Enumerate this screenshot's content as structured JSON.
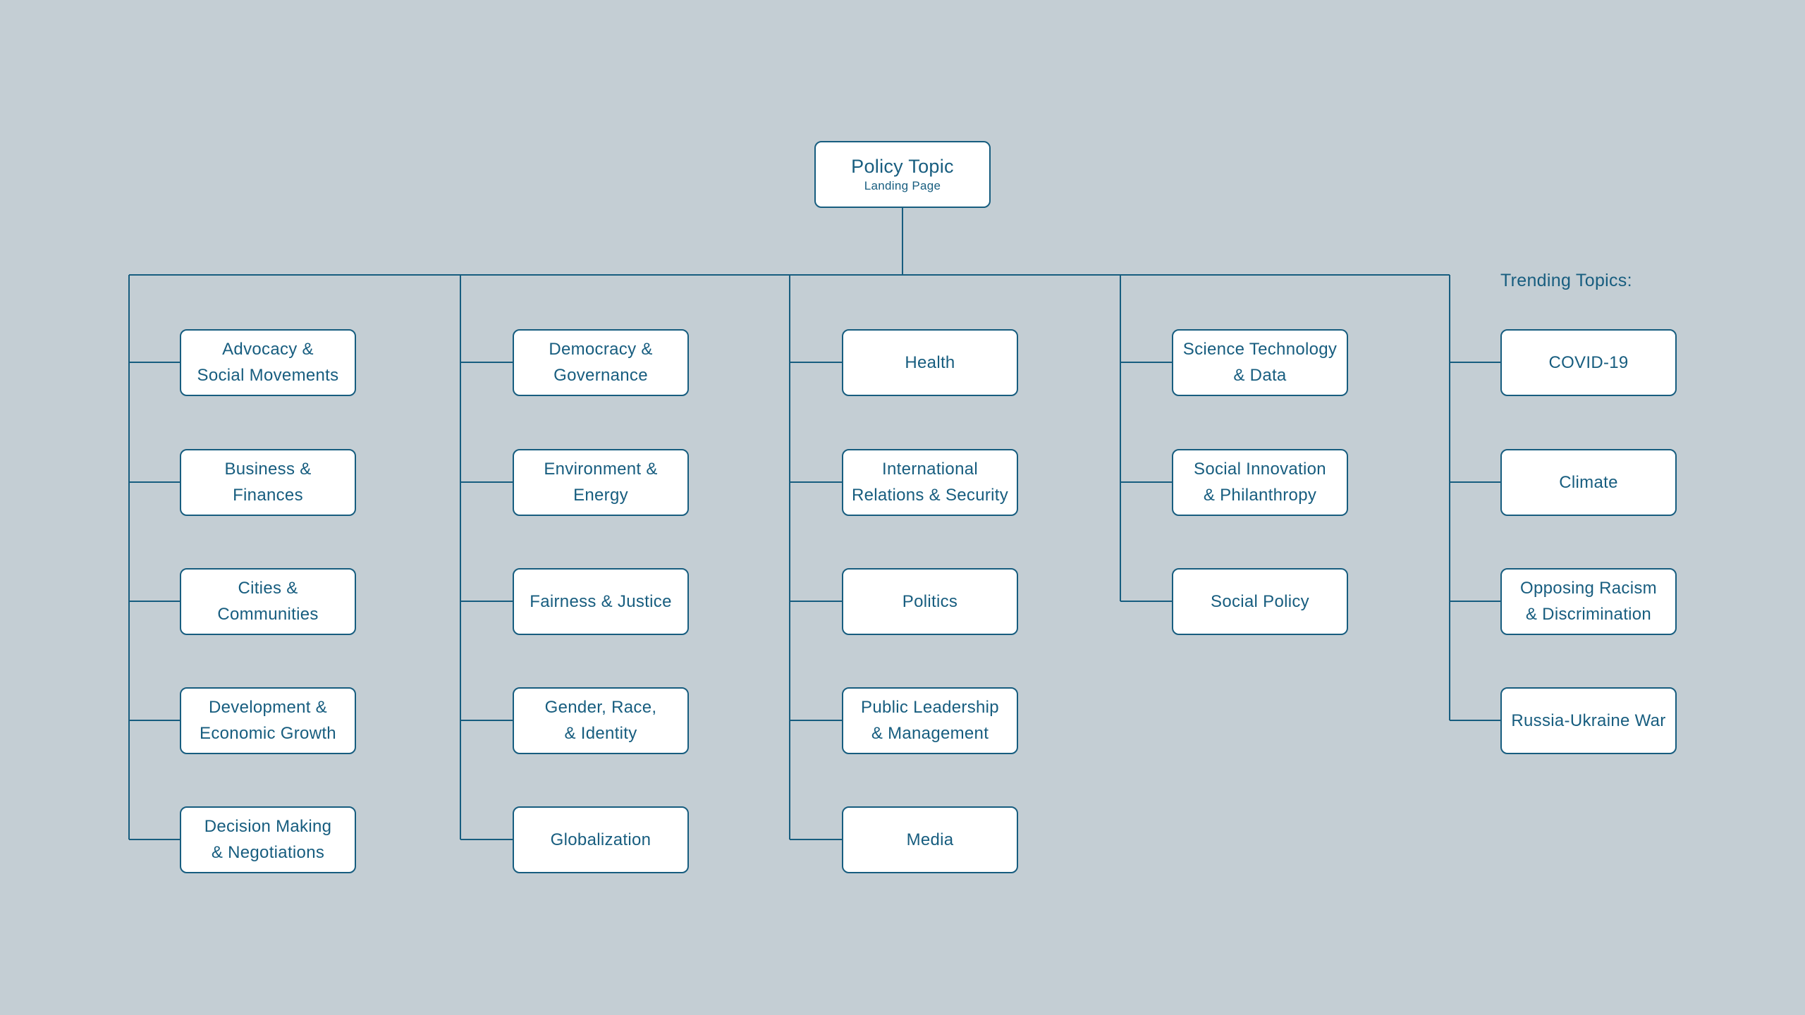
{
  "root": {
    "title": "Policy Topic",
    "subtitle": "Landing Page"
  },
  "trending": {
    "label": "Trending Topics:"
  },
  "columns": [
    {
      "name": "column-1",
      "topics": [
        {
          "lines": [
            "Advocacy &",
            "Social Movements"
          ]
        },
        {
          "lines": [
            "Business &",
            "Finances"
          ]
        },
        {
          "lines": [
            "Cities &",
            "Communities"
          ]
        },
        {
          "lines": [
            "Development &",
            "Economic Growth"
          ]
        },
        {
          "lines": [
            "Decision Making",
            "& Negotiations"
          ]
        }
      ]
    },
    {
      "name": "column-2",
      "topics": [
        {
          "lines": [
            "Democracy &",
            "Governance"
          ]
        },
        {
          "lines": [
            "Environment &",
            "Energy"
          ]
        },
        {
          "lines": [
            "Fairness & Justice"
          ]
        },
        {
          "lines": [
            "Gender, Race,",
            "& Identity"
          ]
        },
        {
          "lines": [
            "Globalization"
          ]
        }
      ]
    },
    {
      "name": "column-3",
      "topics": [
        {
          "lines": [
            "Health"
          ]
        },
        {
          "lines": [
            "International",
            "Relations & Security"
          ]
        },
        {
          "lines": [
            "Politics"
          ]
        },
        {
          "lines": [
            "Public Leadership",
            "& Management"
          ]
        },
        {
          "lines": [
            "Media"
          ]
        }
      ]
    },
    {
      "name": "column-4",
      "topics": [
        {
          "lines": [
            "Science Technology",
            "& Data"
          ]
        },
        {
          "lines": [
            "Social Innovation",
            "& Philanthropy"
          ]
        },
        {
          "lines": [
            "Social Policy"
          ]
        }
      ]
    },
    {
      "name": "column-trending",
      "topics": [
        {
          "lines": [
            "COVID-19"
          ]
        },
        {
          "lines": [
            "Climate"
          ]
        },
        {
          "lines": [
            "Opposing Racism",
            "& Discrimination"
          ]
        },
        {
          "lines": [
            "Russia-Ukraine War"
          ]
        }
      ]
    }
  ],
  "colors": {
    "background": "#c4ced4",
    "box_fill": "#ffffff",
    "line": "#175d7f",
    "text": "#175d7f"
  }
}
